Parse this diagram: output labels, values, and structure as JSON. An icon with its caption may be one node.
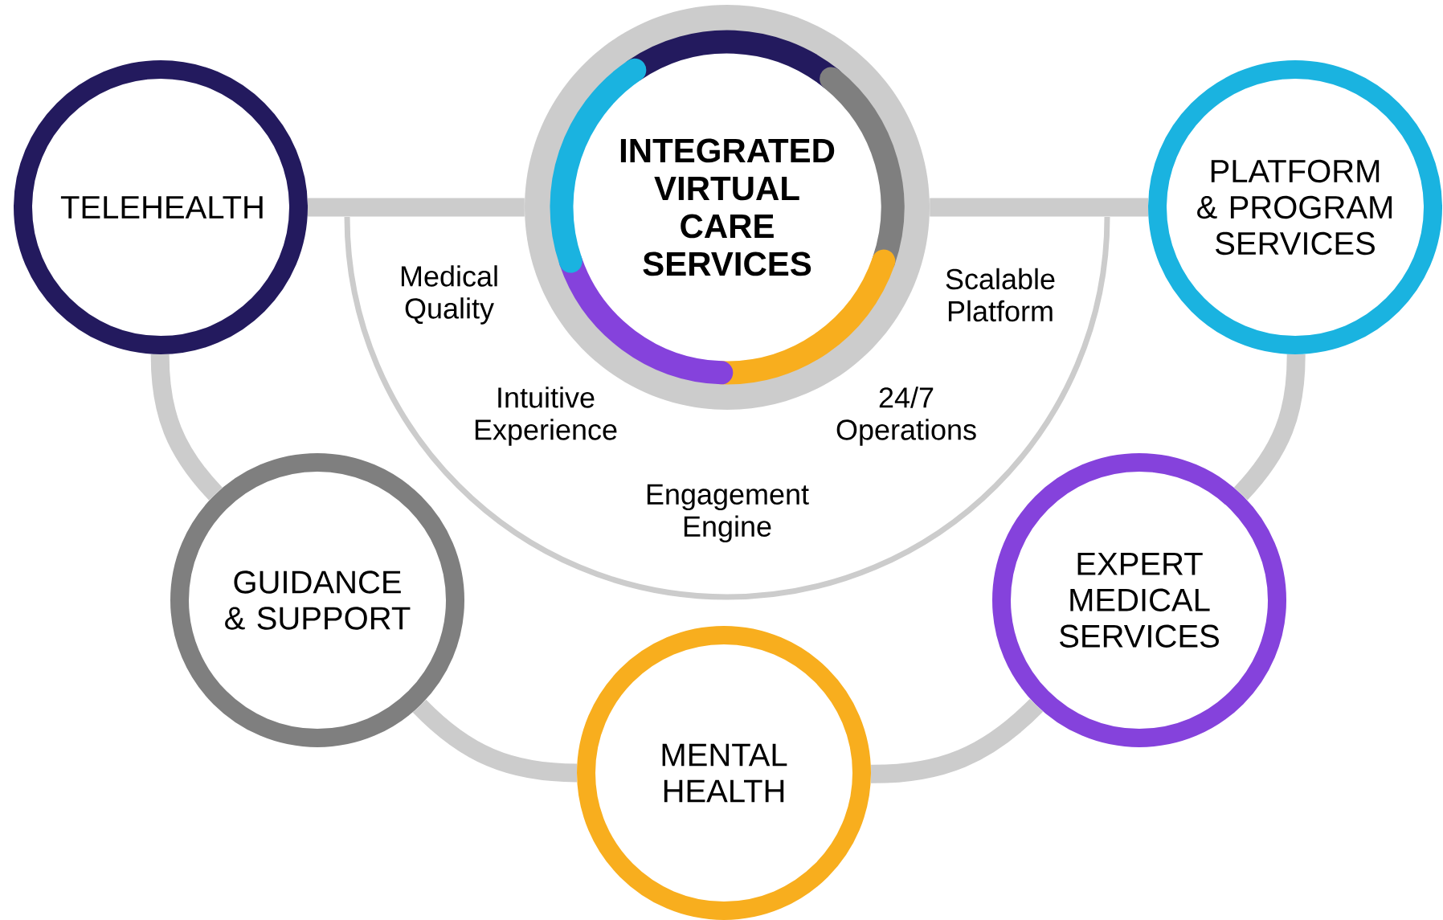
{
  "diagram": {
    "nodes": [
      {
        "text": [
          "TELEHEALTH"
        ]
      },
      {
        "text": [
          "INTEGRATED VIRTUAL CARE SERVICES"
        ]
      },
      {
        "text": [
          "PLATFORM & PROGRAM SERVICES"
        ]
      },
      {
        "text": [
          "GUIDANCE & SUPPORT"
        ]
      },
      {
        "text": [
          "EXPERT MEDICAL SERVICES"
        ]
      },
      {
        "text": [
          "MENTAL HEALTH"
        ]
      }
    ],
    "edges": [
      {
        "from": 0,
        "to": 1,
        "arrow": "none"
      },
      {
        "from": 1,
        "to": 2,
        "arrow": "none"
      },
      {
        "from": 0,
        "to": 3,
        "arrow": "none"
      },
      {
        "from": 3,
        "to": 5,
        "arrow": "none"
      },
      {
        "from": 5,
        "to": 4,
        "arrow": "none"
      },
      {
        "from": 4,
        "to": 2,
        "arrow": "none"
      }
    ],
    "labels": [
      "Medical Quality",
      "Scalable Platform",
      "Intuitive Experience",
      "24/7 Operations",
      "Engagement Engine"
    ]
  }
}
